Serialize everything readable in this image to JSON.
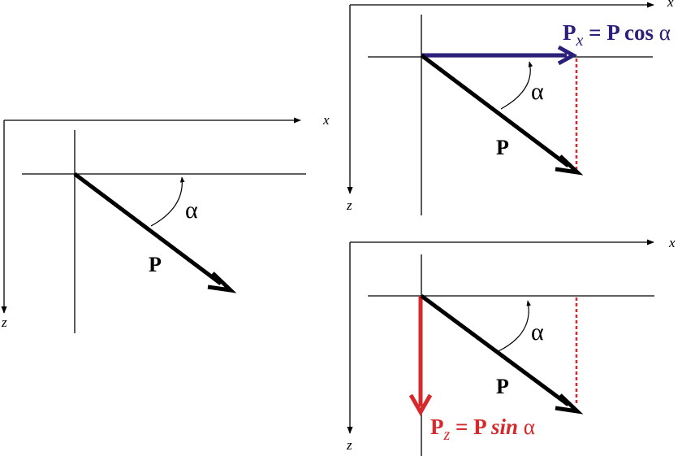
{
  "colors": {
    "ink": "#000000",
    "x_component": "#2a1f7a",
    "z_component": "#d6292b",
    "projection": "#d6292b"
  },
  "panel_original": {
    "x_axis": "x",
    "z_axis": "z",
    "angle": "α",
    "vector": "P"
  },
  "panel_x_component": {
    "x_axis": "x",
    "z_axis": "z",
    "angle": "α",
    "vector": "P",
    "component": {
      "base": "P",
      "sub": "x",
      "rest": " = P cos ",
      "angle": "α"
    }
  },
  "panel_z_component": {
    "x_axis": "x",
    "z_axis": "z",
    "angle": "α",
    "vector": "P",
    "component": {
      "base": "P",
      "sub": "z",
      "rest": " = P ",
      "func": "sin",
      "angle": "α"
    }
  }
}
